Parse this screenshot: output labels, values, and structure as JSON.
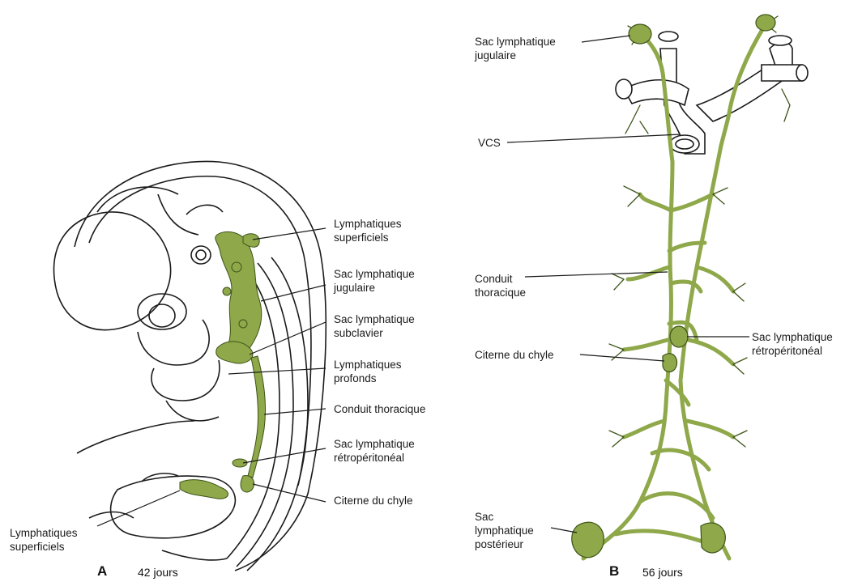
{
  "panel_a": {
    "letter": "A",
    "days": "42 jours",
    "labels": {
      "superficial_top": [
        "Lymphatiques",
        "superficiels"
      ],
      "jugular": [
        "Sac lymphatique",
        "jugulaire"
      ],
      "subclavian": [
        "Sac lymphatique",
        "subclavier"
      ],
      "deep": [
        "Lymphatiques",
        "profonds"
      ],
      "thoracic_duct": [
        "Conduit thoracique"
      ],
      "retroperitoneal": [
        "Sac lymphatique",
        "rétropéritonéal"
      ],
      "cisterna": [
        "Citerne du chyle"
      ],
      "superficial_bottom": [
        "Lymphatiques",
        "superficiels"
      ]
    }
  },
  "panel_b": {
    "letter": "B",
    "days": "56 jours",
    "labels": {
      "jugular": [
        "Sac lymphatique",
        "jugulaire"
      ],
      "vcs": [
        "VCS"
      ],
      "thoracic_duct": [
        "Conduit",
        "thoracique"
      ],
      "cisterna": [
        "Citerne du chyle"
      ],
      "retroperitoneal": [
        "Sac lymphatique",
        "rétropéritonéal"
      ],
      "posterior": [
        "Sac",
        "lymphatique",
        "postérieur"
      ]
    }
  },
  "colors": {
    "lymph": "#8ea84a",
    "lymph_dark": "#5c7a24",
    "outline": "#1a1a1a"
  }
}
